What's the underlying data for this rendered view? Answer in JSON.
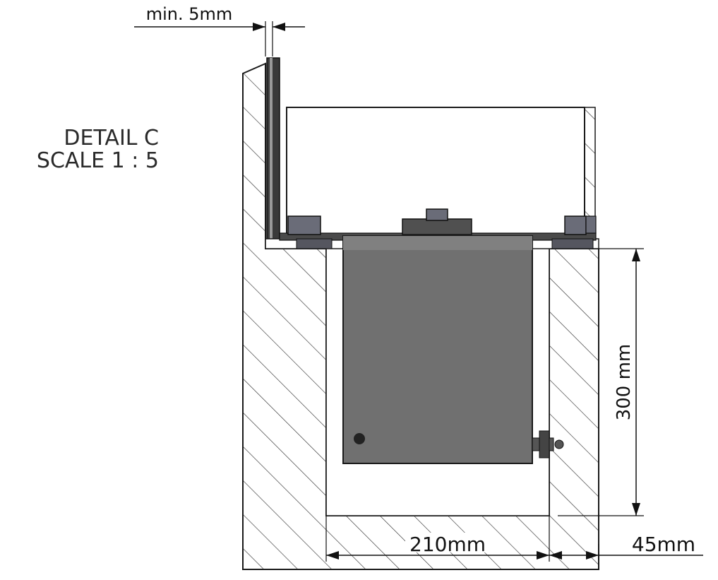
{
  "title": {
    "detail": "DETAIL C",
    "scale": "SCALE 1 : 5"
  },
  "dimensions": {
    "gap": "min. 5mm",
    "depth": "300 mm",
    "width": "210mm",
    "wall": "45mm"
  },
  "colors": {
    "line": "#1a1a1a",
    "hatch": "#333333",
    "body": "#707070",
    "body_dark": "#505050",
    "fitting": "#6a6c78",
    "glass_dark": "#3a3a3a"
  }
}
